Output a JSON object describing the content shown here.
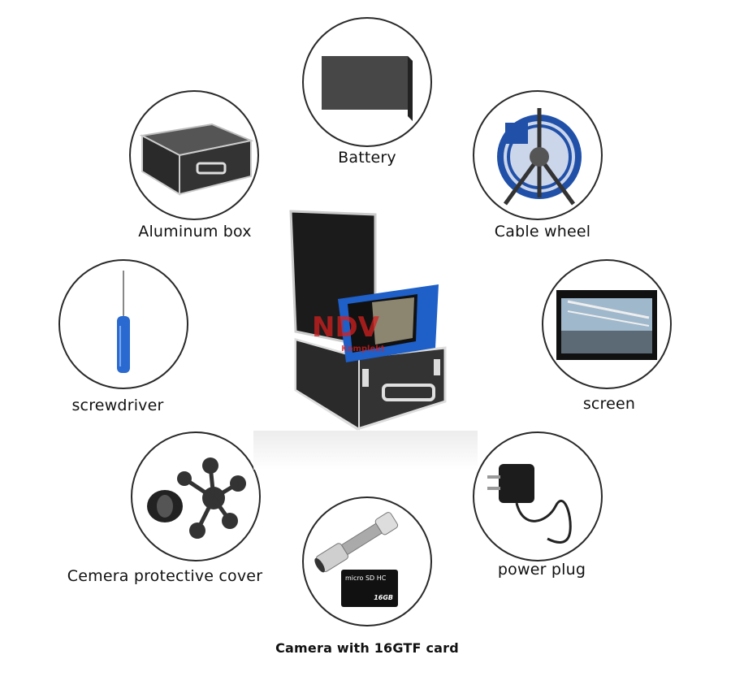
{
  "items": [
    {
      "label": "Battery"
    },
    {
      "label": "Aluminum box"
    },
    {
      "label": "Cable wheel"
    },
    {
      "label": "screwdriver"
    },
    {
      "label": "screen"
    },
    {
      "label": "Cemera protective cover"
    },
    {
      "label": "power plug"
    },
    {
      "label": "Camera with 16GTF card"
    }
  ],
  "sd_card": {
    "brand": "micro SD HC",
    "capacity": "16GB"
  },
  "watermark": {
    "text": "NDV",
    "subtext": "Komplekt",
    "color": "#d42020"
  },
  "colors": {
    "circle_border": "#2a2a2a",
    "case": "#2b2b2b",
    "accent_blue": "#1e5fc8"
  }
}
